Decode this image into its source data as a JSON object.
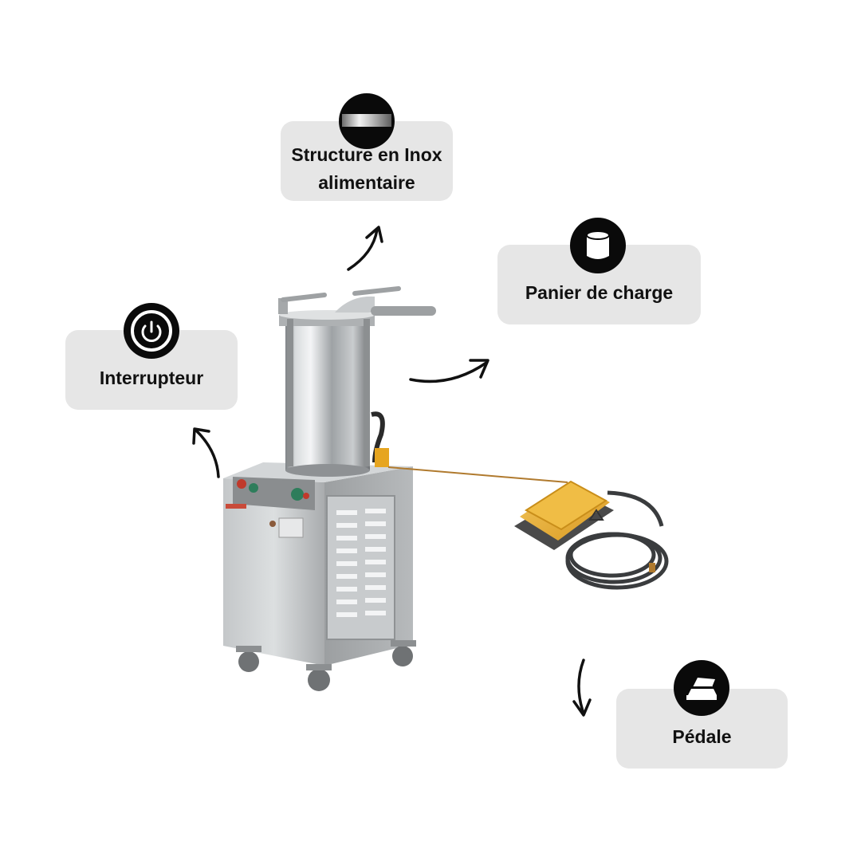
{
  "callouts": {
    "structure": {
      "line1": "Structure en Inox",
      "line2": "alimentaire",
      "icon": "steel-cylinder-icon"
    },
    "panier": {
      "label": "Panier de charge",
      "icon": "canister-icon"
    },
    "interrupteur": {
      "label": "Interrupteur",
      "icon": "power-icon"
    },
    "pedale": {
      "label": "Pédale",
      "icon": "foot-pedal-icon"
    }
  },
  "product": {
    "name": "hydraulic sausage stuffer",
    "accessory": "foot pedal"
  },
  "colors": {
    "callout_bg": "#e6e6e6",
    "badge_bg": "#0a0a0a",
    "arrow": "#111111",
    "steel": "#b8bcbf",
    "pedal_yellow": "#e9b23a"
  }
}
